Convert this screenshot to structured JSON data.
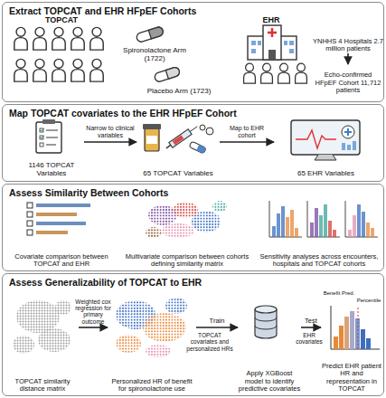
{
  "diagram": {
    "nodes": [
      {
        "text": [
          "Extract TOPCAT and EHR HFpEF Cohorts"
        ]
      },
      {
        "text": [
          "Spironolactone Arm (1722)"
        ],
        "in": 0
      },
      {
        "text": [
          "Placebo Arm (1723)"
        ],
        "in": 0
      },
      {
        "text": [
          "YNHHS 4 Hospitals 2.7 million patients"
        ],
        "in": 0
      },
      {
        "text": [
          "Echo-confirmed HFpEF Cohort 11,712 patients"
        ],
        "in": 0
      },
      {
        "text": [
          "Map TOPCAT covariates to the EHR HFpEF Cohort"
        ]
      },
      {
        "text": [
          "1146 TOPCAT Variables"
        ],
        "in": 5
      },
      {
        "text": [
          "65 TOPCAT Variables"
        ],
        "in": 5
      },
      {
        "text": [
          "65 EHR Variables"
        ],
        "in": 5
      },
      {
        "text": [
          "Assess Similarity Between Cohorts"
        ]
      },
      {
        "text": [
          "Covariate comparison between TOPCAT and EHR"
        ],
        "in": 9
      },
      {
        "text": [
          "Multivariate comparison between cohorts defining similarity matrix"
        ],
        "in": 9
      },
      {
        "text": [
          "Sensitivity analyses across encounters, hospitals and TOPCAT cohorts"
        ],
        "in": 9
      },
      {
        "text": [
          "Assess Generalizability of TOPCAT to EHR"
        ]
      },
      {
        "text": [
          "TOPCAT similarity distance matrix"
        ],
        "in": 13
      },
      {
        "text": [
          "Personalized HR of benefit for spironolactone use"
        ],
        "in": 13
      },
      {
        "text": [
          "Apply XGBoost model to identify predictive covariates"
        ],
        "in": 13
      },
      {
        "text": [
          "Predict EHR patient HR and representation in TOPCAT"
        ],
        "in": 13
      }
    ],
    "edges": [
      {
        "from": 3,
        "to": 4,
        "arrow": "to"
      },
      {
        "from": 6,
        "to": 7,
        "label": "Narrow to clinical variables",
        "arrow": "to"
      },
      {
        "from": 7,
        "to": 8,
        "label": "Map to EHR cohort",
        "arrow": "to"
      },
      {
        "from": 14,
        "to": 15,
        "label": "Weighted cox regression for primary outcome",
        "arrow": "to"
      },
      {
        "from": 15,
        "to": 16,
        "label": "Train",
        "arrow": "to"
      },
      {
        "from": 16,
        "to": 17,
        "label": "Test",
        "arrow": "to"
      }
    ],
    "labels": [
      "TOPCAT",
      "EHR",
      "TOPCAT covariates and personalized HRs",
      "EHR covariates",
      "Benefit Pred.",
      "Percentile"
    ]
  }
}
